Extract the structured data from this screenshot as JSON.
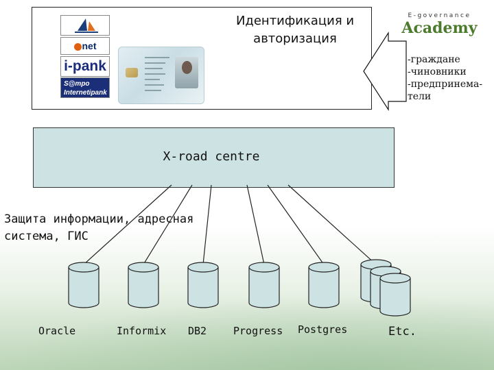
{
  "top_box": {
    "title": "Идентификация и\nавторизация",
    "bank_logos": [
      "",
      "net",
      "i-pank",
      "S@mpo\nInternetipank"
    ],
    "academy_small": "E-governance",
    "academy_big": "Academy"
  },
  "roles": [
    "-граждане",
    "-чиновники",
    "-предпринема-",
    "тели"
  ],
  "xroad_label": "X-road centre",
  "info_label": "Защита информации, адресная\nсистема, ГИС",
  "databases": [
    "Oracle",
    "Informix",
    "DB2",
    "Progress",
    "Postgres",
    "Etc."
  ],
  "colors": {
    "xroad_fill": "#cde3e3",
    "background_gradient": "#afcdaa",
    "academy_green": "#4a7a2a"
  }
}
